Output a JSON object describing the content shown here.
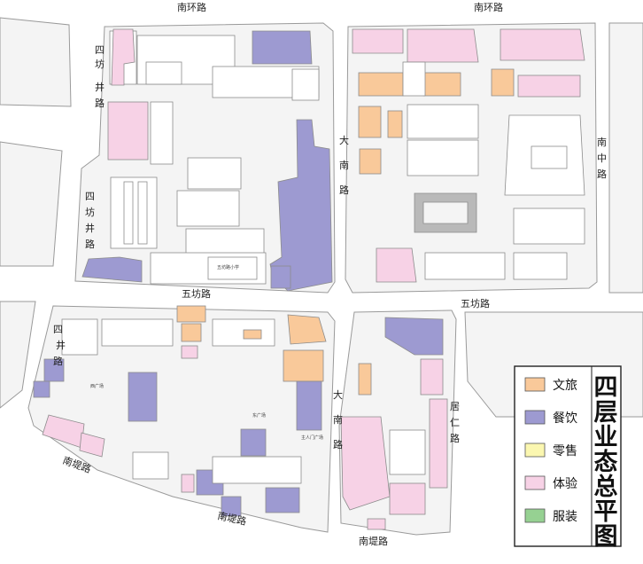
{
  "roads": {
    "south_ring_left": "南环路",
    "south_ring_right": "南环路",
    "sifang_well_upper": "四坊井路",
    "sifang_well_middle": "四坊井路",
    "sifang_well_lower": "四井路",
    "danan_upper": "大南路",
    "dananzhong": "南中路",
    "wufang_left": "五坊路",
    "wufang_right": "五坊路",
    "dananlower": "大南路",
    "juren": "居仁路",
    "nandi_left": "南堤路",
    "nandi_mid": "南堤路",
    "nandi_right": "南堤路"
  },
  "places": {
    "school": "五坊路小学",
    "west_plaza": "西广场",
    "east_plaza": "东广场",
    "gate_plaza": "主人门广场"
  },
  "legend": {
    "title": "四层业态总平图",
    "items": [
      {
        "label": "文旅",
        "color": "#f9c99a"
      },
      {
        "label": "餐饮",
        "color": "#9d9ad1"
      },
      {
        "label": "零售",
        "color": "#fbf7b0"
      },
      {
        "label": "体验",
        "color": "#f7d2e6"
      },
      {
        "label": "服装",
        "color": "#96d192"
      }
    ]
  }
}
